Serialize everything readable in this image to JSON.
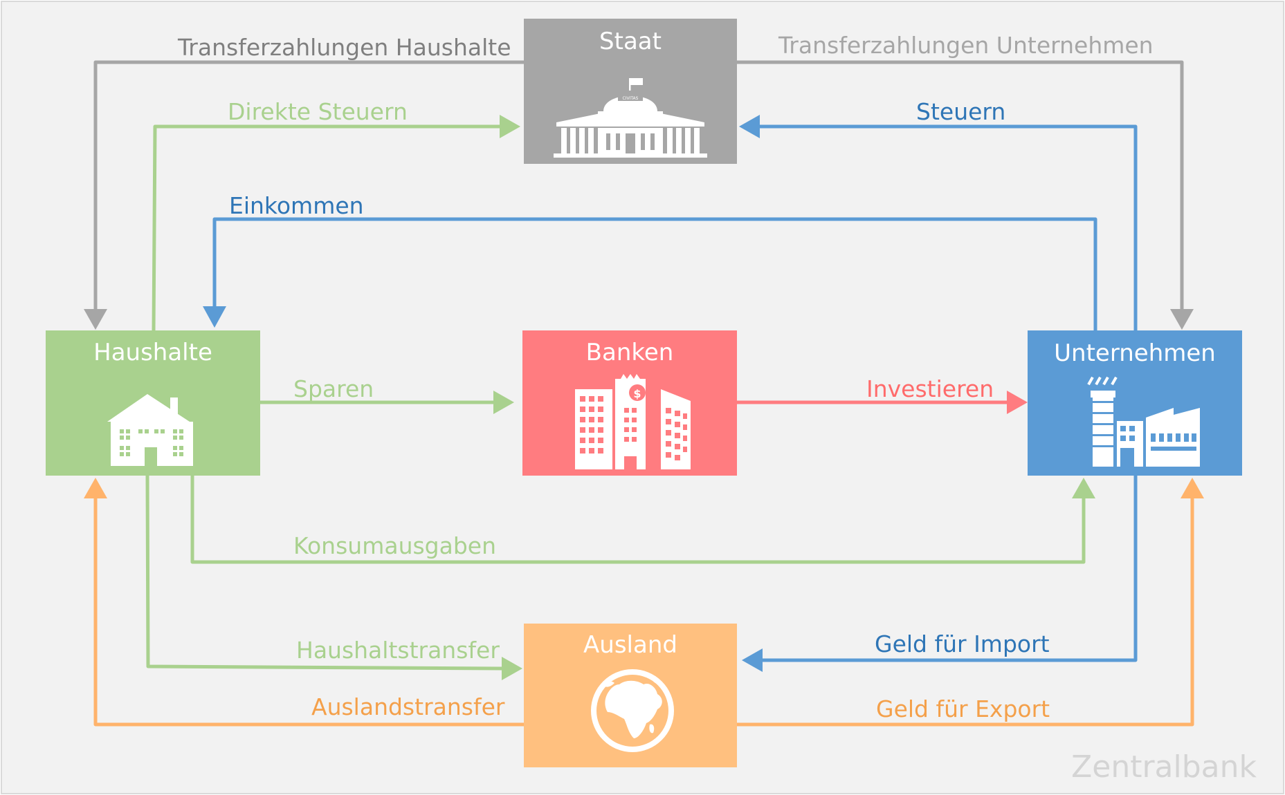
{
  "colors": {
    "background": "#f2f2f2",
    "staat": "#a6a6a6",
    "haushalte": "#a9d18e",
    "banken": "#ff7c80",
    "unternehmen": "#5b9bd5",
    "ausland": "#ffc07f",
    "grey_arrow": "#a6a6a6",
    "green_arrow": "#a9d18e",
    "blue_arrow": "#5b9bd5",
    "red_arrow": "#ff7c80",
    "orange_arrow": "#ffb36b",
    "grey_text": "#7f7f7f",
    "light_grey_text": "#a6a6a6",
    "green_text": "#a9d18e",
    "blue_text": "#2e75b6",
    "red_text": "#ff6b6b",
    "orange_text": "#f4a04a"
  },
  "nodes": {
    "staat": {
      "title": "Staat",
      "icon": "government-building-icon",
      "emblem": "CIVITAS"
    },
    "haushalte": {
      "title": "Haushalte",
      "icon": "house-icon"
    },
    "banken": {
      "title": "Banken",
      "icon": "bank-buildings-icon"
    },
    "unternehmen": {
      "title": "Unternehmen",
      "icon": "factory-icon"
    },
    "ausland": {
      "title": "Ausland",
      "icon": "globe-icon"
    }
  },
  "flows": {
    "transfer_haushalte": "Transferzahlungen Haushalte",
    "transfer_unternehmen": "Transferzahlungen Unternehmen",
    "direkte_steuern": "Direkte Steuern",
    "steuern": "Steuern",
    "einkommen": "Einkommen",
    "sparen": "Sparen",
    "investieren": "Investieren",
    "konsumausgaben": "Konsumausgaben",
    "haushaltstransfer": "Haushaltstransfer",
    "geld_import": "Geld für Import",
    "auslandstransfer": "Auslandstransfer",
    "geld_export": "Geld für Export"
  },
  "watermark": "Zentralbank"
}
